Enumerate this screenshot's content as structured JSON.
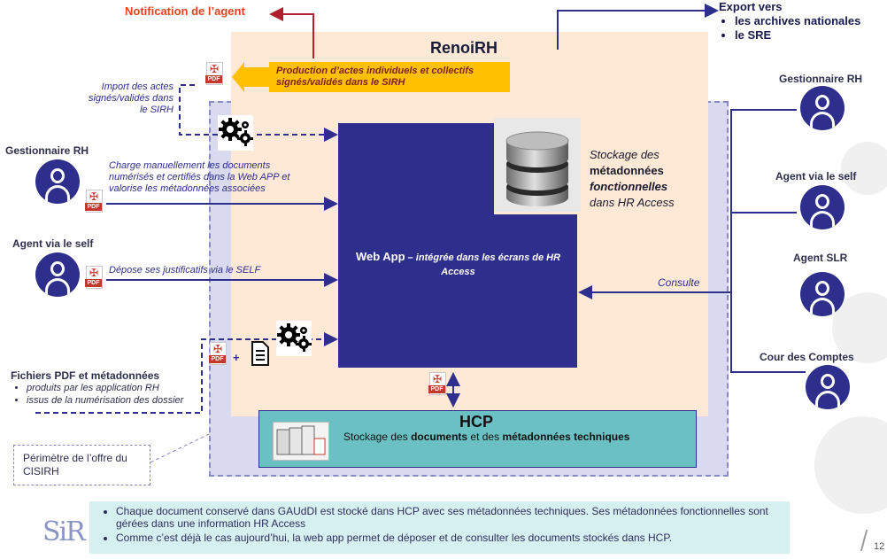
{
  "notification": "Notification de l’agent",
  "export": {
    "title": "Export vers",
    "items": [
      "les archives nationales",
      "le SRE"
    ]
  },
  "renoirh_title": "RenoiRH",
  "production_box": "Production d’actes individuels et collectifs signés/validés dans le SIRH",
  "import_label": "Import des actes signés/validés dans le SIRH",
  "webapp": {
    "title": "Web App",
    "subtitle": " – intégrée dans les écrans de HR Access"
  },
  "stockage": {
    "line1": "Stockage des",
    "line2": "métadonnées",
    "line3": "fonctionnelles",
    "line4": "dans HR Access"
  },
  "actors_left": [
    {
      "label": "Gestionnaire RH",
      "action": "Charge manuellement les documents numérisés et certifiés dans la Web APP et valorise les métadonnées associées"
    },
    {
      "label": "Agent via le self",
      "action": "Dépose ses justificatifs via le SELF"
    }
  ],
  "fichiers": {
    "title": "Fichiers PDF et métadonnées",
    "items": [
      "produits par les application RH",
      "issus de la numérisation des dossier"
    ]
  },
  "actors_right": [
    "Gestionnaire RH",
    "Agent via le self",
    "Agent SLR",
    "Cour des Comptes"
  ],
  "consulte": "Consulte",
  "hcp": {
    "title": "HCP",
    "text_pre": "Stockage des ",
    "text_b1": "documents",
    "text_mid": " et des ",
    "text_b2": "métadonnées techniques"
  },
  "perimetre": "Périmètre de l’offre du CISIRH",
  "pdf_tag": "PDF",
  "plus": "+",
  "bottom_notes": [
    "Chaque document conservé dans GAUdDI est stocké dans HCP avec ses métadonnées techniques. Ses métadonnées fonctionnelles sont gérées dans une information HR Access",
    "Comme c’est déjà le cas aujourd’hui, la web app permet de déposer et de consulter les documents stockés dans HCP."
  ],
  "logo": "SiR",
  "page_number": "12",
  "colors": {
    "navy": "#2e2e8c",
    "orange_zone": "#fde9d6",
    "cisirh_zone": "#d9d9f0",
    "production": "#ffc000",
    "notification": "#e2451e",
    "hcp": "#6bc0c4"
  }
}
